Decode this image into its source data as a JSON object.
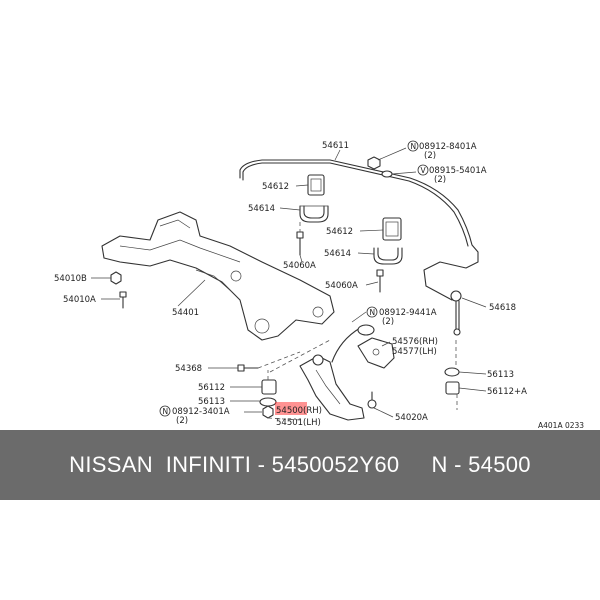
{
  "diagram": {
    "code": "A401A 0233",
    "labels": {
      "p54611": "54611",
      "p08912_8401A": "08912-8401A",
      "p08912_8401A_qty": "(2)",
      "p08915_5401A": "08915-5401A",
      "p08915_5401A_qty": "(2)",
      "p54612_top": "54612",
      "p54614_top": "54614",
      "p54612_mid": "54612",
      "p54614_mid": "54614",
      "p54060A_left": "54060A",
      "p54060A_right": "54060A",
      "p54010B": "54010B",
      "p54010A": "54010A",
      "p54401": "54401",
      "p54618": "54618",
      "p08912_9441A": "08912-9441A",
      "p08912_9441A_qty": "(2)",
      "p54576": "54576(RH)",
      "p54577": "54577(LH)",
      "p54368": "54368",
      "p56112": "56112",
      "p56113_left": "56113",
      "p08912_3401A": "08912-3401A",
      "p08912_3401A_qty": "(2)",
      "p54500": "54500(RH)",
      "p54501": "54501(LH)",
      "p54020A": "54020A",
      "p56113_right": "56113",
      "p56112A": "56112+A",
      "circle_n": "N",
      "circle_v": "V"
    },
    "highlight_color": "#ff3b3b"
  },
  "banner": {
    "text": "NISSAN  INFINITI - 5450052Y60     N - 54500"
  }
}
